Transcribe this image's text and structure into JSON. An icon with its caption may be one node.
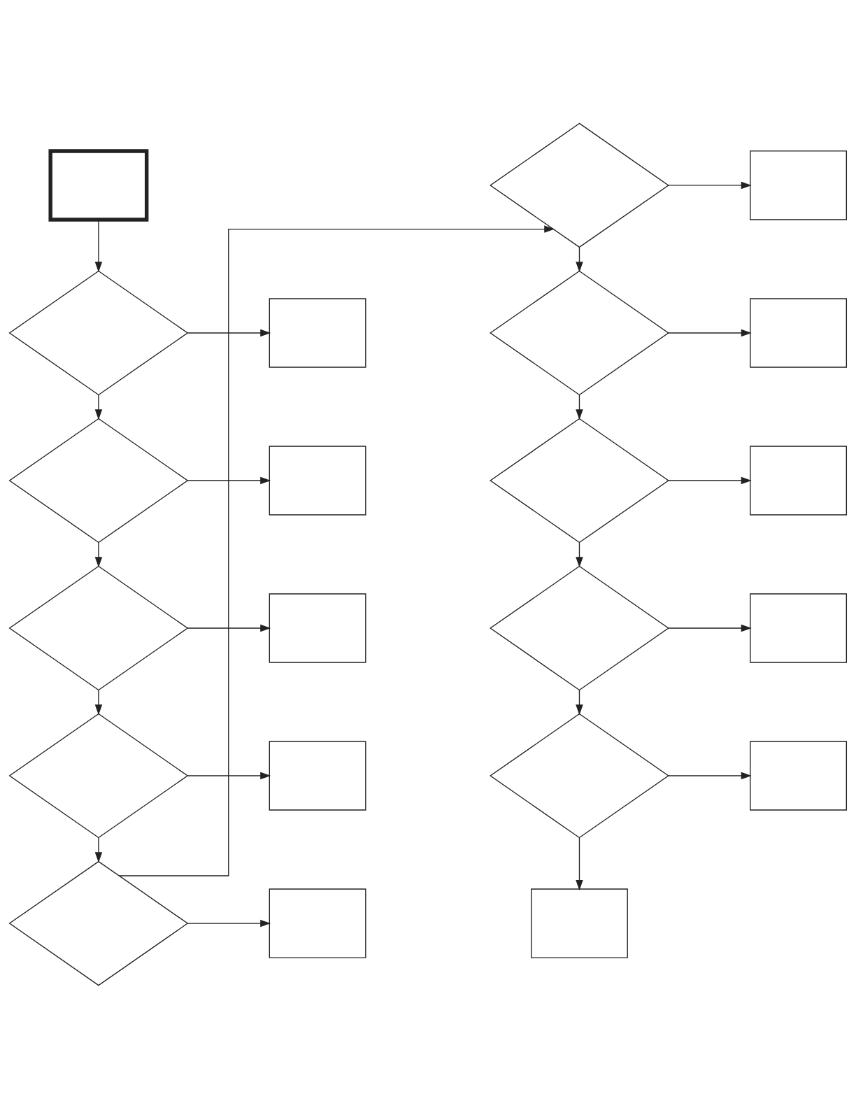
{
  "diagram": {
    "nodes": [
      {
        "text": [],
        "shape": "box"
      },
      {
        "text": [],
        "shape": "diamond"
      },
      {
        "text": [],
        "shape": "box"
      },
      {
        "text": [],
        "shape": "diamond"
      },
      {
        "text": [],
        "shape": "box"
      },
      {
        "text": [],
        "shape": "diamond"
      },
      {
        "text": [],
        "shape": "box"
      },
      {
        "text": [],
        "shape": "diamond"
      },
      {
        "text": [],
        "shape": "box"
      },
      {
        "text": [],
        "shape": "diamond"
      },
      {
        "text": [],
        "shape": "box"
      },
      {
        "text": [],
        "shape": "diamond"
      },
      {
        "text": [],
        "shape": "box"
      },
      {
        "text": [],
        "shape": "diamond"
      },
      {
        "text": [],
        "shape": "box"
      },
      {
        "text": [],
        "shape": "diamond"
      },
      {
        "text": [],
        "shape": "box"
      },
      {
        "text": [],
        "shape": "diamond"
      },
      {
        "text": [],
        "shape": "box"
      },
      {
        "text": [],
        "shape": "diamond"
      },
      {
        "text": [],
        "shape": "box"
      },
      {
        "text": [],
        "shape": "box"
      }
    ],
    "edges": [
      {
        "from": 0,
        "to": 1,
        "arrow": "to"
      },
      {
        "from": 1,
        "to": 2,
        "arrow": "to"
      },
      {
        "from": 1,
        "to": 3,
        "arrow": "to"
      },
      {
        "from": 3,
        "to": 4,
        "arrow": "to"
      },
      {
        "from": 3,
        "to": 5,
        "arrow": "to"
      },
      {
        "from": 5,
        "to": 6,
        "arrow": "to"
      },
      {
        "from": 5,
        "to": 7,
        "arrow": "to"
      },
      {
        "from": 7,
        "to": 8,
        "arrow": "to"
      },
      {
        "from": 7,
        "to": 9,
        "arrow": "to"
      },
      {
        "from": 9,
        "to": 10,
        "arrow": "to"
      },
      {
        "from": 9,
        "to": 11,
        "arrow": "to"
      },
      {
        "from": 11,
        "to": 12,
        "arrow": "to"
      },
      {
        "from": 11,
        "to": 13,
        "arrow": "to"
      },
      {
        "from": 13,
        "to": 14,
        "arrow": "to"
      },
      {
        "from": 13,
        "to": 15,
        "arrow": "to"
      },
      {
        "from": 15,
        "to": 16,
        "arrow": "to"
      },
      {
        "from": 15,
        "to": 17,
        "arrow": "to"
      },
      {
        "from": 17,
        "to": 18,
        "arrow": "to"
      },
      {
        "from": 17,
        "to": 19,
        "arrow": "to"
      },
      {
        "from": 19,
        "to": 20,
        "arrow": "to"
      },
      {
        "from": 19,
        "to": 21,
        "arrow": "to"
      }
    ]
  }
}
